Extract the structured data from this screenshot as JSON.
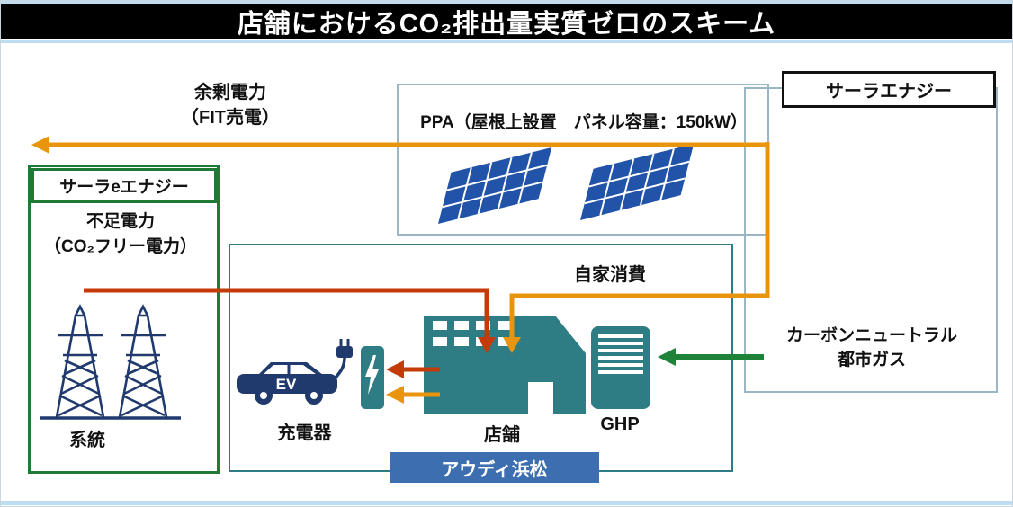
{
  "title": "店舗におけるCO₂排出量実質ゼロのスキーム",
  "provider": {
    "name": "サーラエナジー",
    "ppa_label": "PPA（屋根上設置　パネル容量：150kW）",
    "gas_line1": "カーボンニュートラル",
    "gas_line2": "都市ガス"
  },
  "surplus": {
    "line1": "余剰電力",
    "line2": "（FIT売電）"
  },
  "supplier": {
    "name": "サーラeエナジー",
    "shortage_line1": "不足電力",
    "shortage_line2": "（CO₂フリー電力）",
    "grid_label": "系統"
  },
  "site": {
    "name": "アウディ浜松",
    "self_consumption": "自家消費",
    "charger_label": "充電器",
    "ev_label": "EV",
    "store_label": "店舗",
    "ghp_label": "GHP"
  },
  "colors": {
    "stripe_blue": "#BFDDF0",
    "title_bg": "#000000",
    "orange": "#E8940C",
    "red": "#C43A08",
    "green": "#1E8239",
    "teal": "#2E7D84",
    "navy": "#203A6E",
    "solar_blue": "#2153A8",
    "green_border": "#1E7A34",
    "audi_blue": "#3D6EB0",
    "box_border": "#9DB6C6"
  }
}
